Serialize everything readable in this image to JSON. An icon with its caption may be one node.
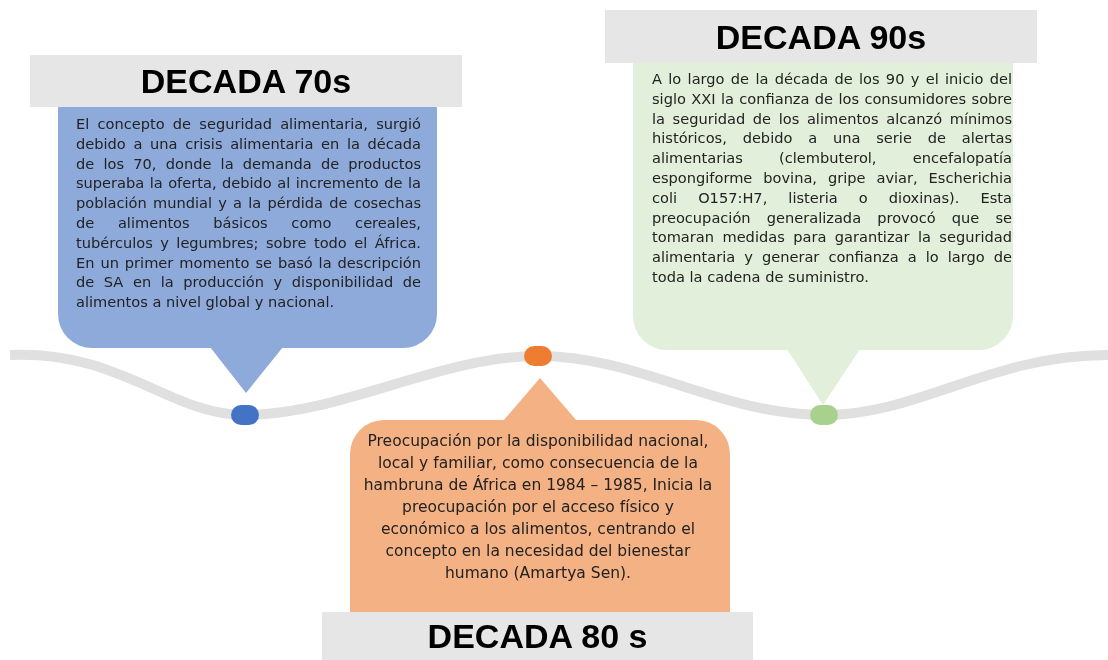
{
  "diagram": {
    "nodes": [
      {
        "text": [
          "DECADA 70s",
          "El concepto de seguridad alimentaria, surgió debido a una crisis alimentaria en la década de los 70, donde la demanda de productos superaba la oferta, debido al incremento de la población mundial y a la pérdida de cosechas de alimentos básicos como cereales, tubérculos y legumbres; sobre todo el África. En un primer momento se basó la descripción de SA en la producción y disponibilidad de alimentos a nivel global y nacional."
        ]
      },
      {
        "text": [
          "Preocupación por la disponibilidad nacional, local y familiar, como consecuencia de la hambruna de África en 1984 – 1985, Inicia la preocupación por el acceso físico y económico a los alimentos, centrando el concepto en la necesidad del bienestar humano (Amartya Sen).",
          "DECADA 80 s"
        ]
      },
      {
        "text": [
          "DECADA 90s",
          "A lo largo de la década de los 90 y el inicio del siglo XXI la confianza de los consumidores sobre la seguridad de los alimentos alcanzó mínimos históricos, debido a una serie de alertas alimentarias (clembuterol, encefalopatía espongiforme bovina, gripe aviar, Escherichia coli O157:H7, listeria o dioxinas). Esta preocupación generalizada provocó que se tomaran medidas para garantizar la seguridad alimentaria y generar confianza a lo largo de toda la cadena de suministro."
        ]
      },
      {
        "text": [],
        "shape": "circle"
      },
      {
        "text": [],
        "shape": "circle"
      },
      {
        "text": [],
        "shape": "circle"
      }
    ]
  }
}
